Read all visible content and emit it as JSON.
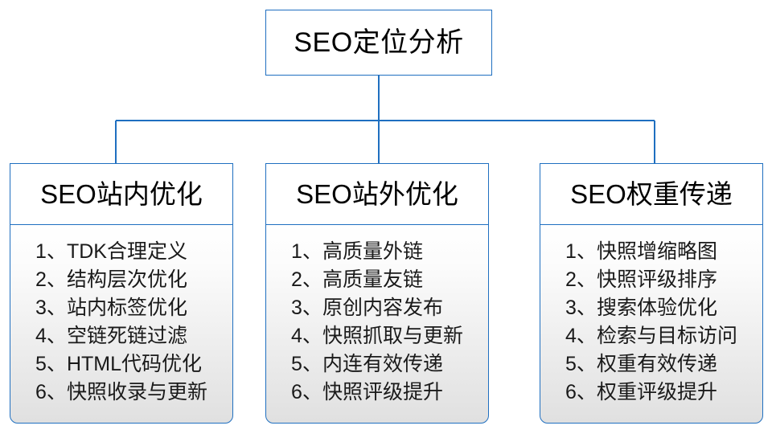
{
  "diagram": {
    "title": "SEO定位分析",
    "accent_color": "#1f6fc0",
    "text_color": "#000000",
    "root": {
      "label": "SEO定位分析"
    },
    "branches": [
      {
        "header": "SEO站内优化",
        "items": [
          {
            "index": "1、",
            "label": "TDK合理定义"
          },
          {
            "index": "2、",
            "label": "结构层次优化"
          },
          {
            "index": "3、",
            "label": "站内标签优化"
          },
          {
            "index": "4、",
            "label": "空链死链过滤"
          },
          {
            "index": "5、",
            "label": "HTML代码优化"
          },
          {
            "index": "6、",
            "label": "快照收录与更新"
          }
        ]
      },
      {
        "header": "SEO站外优化",
        "items": [
          {
            "index": "1、",
            "label": "高质量外链"
          },
          {
            "index": "2、",
            "label": "高质量友链"
          },
          {
            "index": "3、",
            "label": "原创内容发布"
          },
          {
            "index": "4、",
            "label": "快照抓取与更新"
          },
          {
            "index": "5、",
            "label": "内连有效传递"
          },
          {
            "index": "6、",
            "label": "快照评级提升"
          }
        ]
      },
      {
        "header": "SEO权重传递",
        "items": [
          {
            "index": "1、",
            "label": "快照增缩略图"
          },
          {
            "index": "2、",
            "label": "快照评级排序"
          },
          {
            "index": "3、",
            "label": "搜索体验优化"
          },
          {
            "index": "4、",
            "label": "检索与目标访问"
          },
          {
            "index": "5、",
            "label": "权重有效传递"
          },
          {
            "index": "6、",
            "label": "权重评级提升"
          }
        ]
      }
    ]
  }
}
